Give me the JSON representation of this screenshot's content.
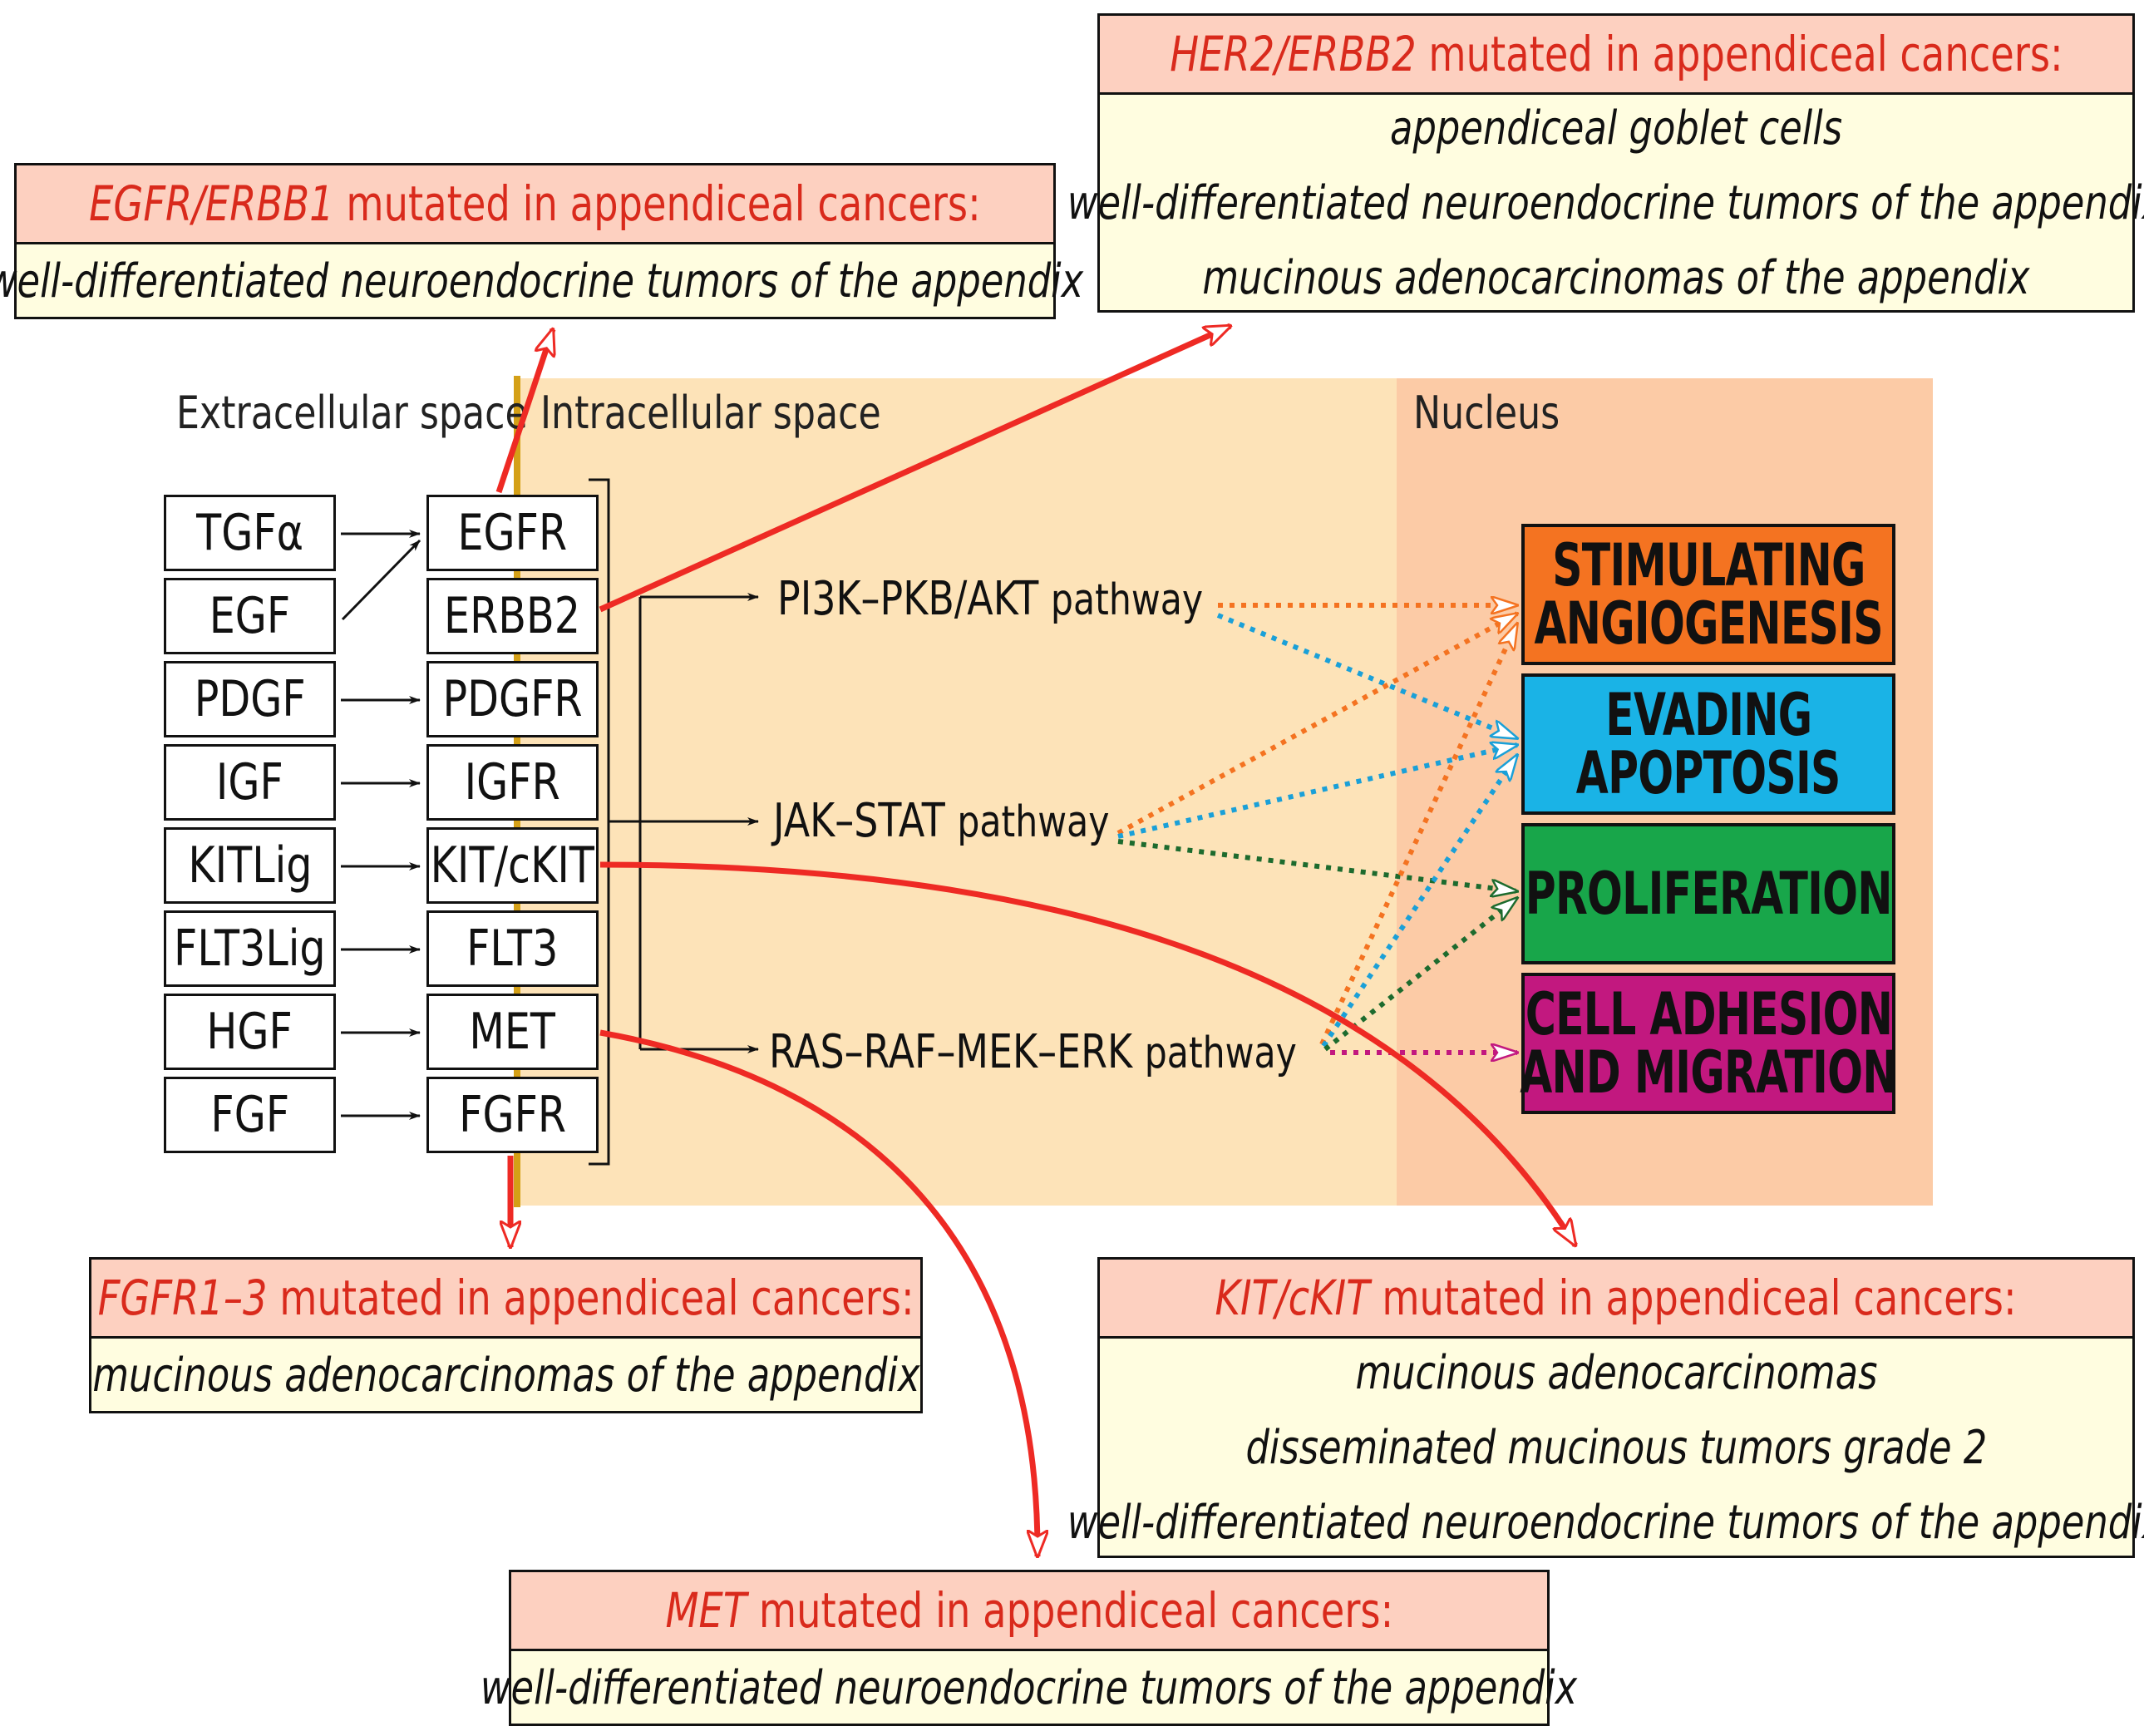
{
  "zones": {
    "extracellular": "Extracellular space",
    "intracellular": "Intracellular space",
    "nucleus": "Nucleus"
  },
  "ligands": [
    "TGFα",
    "EGF",
    "PDGF",
    "IGF",
    "KITLig",
    "FLT3Lig",
    "HGF",
    "FGF"
  ],
  "receptors": [
    "EGFR",
    "ERBB2",
    "PDGFR",
    "IGFR",
    "KIT/cKIT",
    "FLT3",
    "MET",
    "FGFR"
  ],
  "pathways": [
    {
      "name": "PI3K–PKB/AKT",
      "suffix": "pathway"
    },
    {
      "name": "JAK–STAT",
      "suffix": "pathway"
    },
    {
      "name": "RAS–RAF–MEK–ERK",
      "suffix": "pathway"
    }
  ],
  "outcomes": [
    {
      "line1": "STIMULATING",
      "line2": "ANGIOGENESIS",
      "color": "#f47321"
    },
    {
      "line1": "EVADING",
      "line2": "APOPTOSIS",
      "color": "#1ab3e6"
    },
    {
      "line1": "PROLIFERATION",
      "line2": "",
      "color": "#18a64a"
    },
    {
      "line1": "CELL ADHESION",
      "line2": "AND MIGRATION",
      "color": "#c2187f"
    }
  ],
  "colors": {
    "extracellular_bg": "#ffffff",
    "intracellular_bg": "#fde3b8",
    "nucleus_bg": "#fccba6",
    "membrane": "#d4a017",
    "mutation_arrow": "#ee2a24",
    "mutation_header_bg": "#fdd0c0",
    "mutation_body_bg": "#fffde0",
    "dot_orange": "#f47321",
    "dot_blue": "#1aa0d8",
    "dot_green": "#1d6b2e",
    "dot_magenta": "#c2187f"
  },
  "mutations": {
    "egfr": {
      "gene": "EGFR/ERBB1",
      "suffix": " mutated in appendiceal cancers:",
      "items": [
        "well-differentiated neuroendocrine tumors of the appendix"
      ]
    },
    "her2": {
      "gene": "HER2/ERBB2",
      "suffix": " mutated in appendiceal cancers:",
      "items": [
        "appendiceal goblet cells",
        "well-differentiated neuroendocrine tumors of the appendix",
        "mucinous adenocarcinomas of the appendix"
      ]
    },
    "fgfr": {
      "gene": "FGFR1–3",
      "suffix": "  mutated in appendiceal cancers:",
      "items": [
        "mucinous adenocarcinomas of the appendix"
      ]
    },
    "kit": {
      "gene": "KIT/cKIT",
      "suffix": " mutated in appendiceal cancers:",
      "items": [
        "mucinous adenocarcinomas",
        "disseminated mucinous tumors grade 2",
        "well-differentiated neuroendocrine tumors of the appendix"
      ]
    },
    "met": {
      "gene": "MET",
      "suffix": " mutated in appendiceal cancers:",
      "items": [
        "well-differentiated neuroendocrine tumors of the appendix"
      ]
    }
  }
}
